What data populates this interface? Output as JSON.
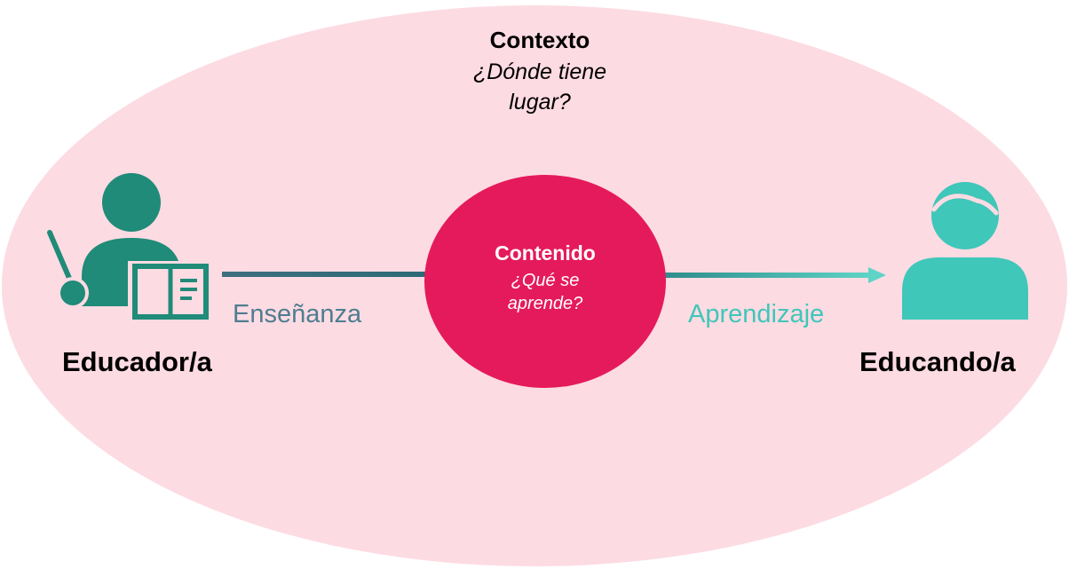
{
  "context": {
    "title": "Contexto",
    "question": "¿Dónde tiene lugar?"
  },
  "content": {
    "title": "Contenido",
    "question": "¿Qué se aprende?"
  },
  "arrows": {
    "teaching_label": "Enseñanza",
    "learning_label": "Aprendizaje"
  },
  "educator": {
    "label": "Educador/a",
    "icon": "teacher-with-pointer-and-book-icon"
  },
  "learner": {
    "label": "Educando/a",
    "icon": "student-person-icon"
  },
  "colors": {
    "context_background": "#fddbe3",
    "content_circle": "#e51a5c",
    "educator_teal": "#1f8b78",
    "learner_teal": "#3fc7b9",
    "teaching_text": "#4e7d90"
  }
}
